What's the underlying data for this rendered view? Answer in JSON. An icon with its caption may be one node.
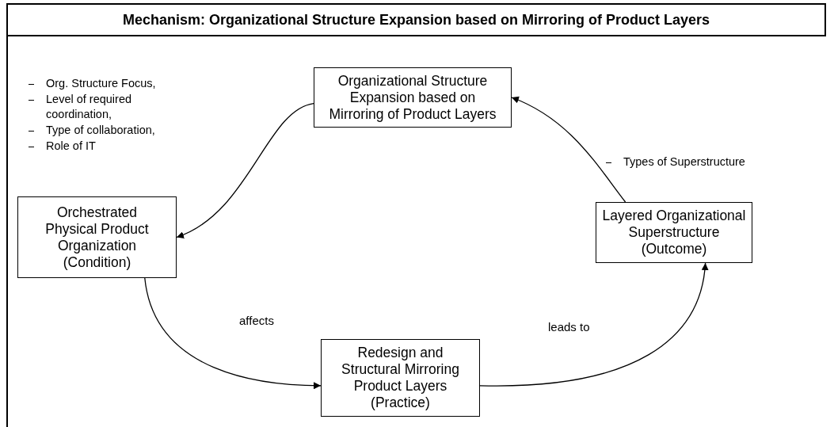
{
  "diagram": {
    "title": "Mechanism: Organizational Structure Expansion based on Mirroring of Product Layers",
    "nodes": [
      {
        "text": [
          "Organizational Structure Expansion based on Mirroring of Product Layers"
        ]
      },
      {
        "text": [
          "Orchestrated Physical Product Organization (Condition)"
        ]
      },
      {
        "text": [
          "Redesign and Structural Mirroring Product Layers (Practice)"
        ]
      },
      {
        "text": [
          "Layered Organizational Superstructure (Outcome)"
        ]
      }
    ],
    "edges": [
      {
        "from": 0,
        "to": 1,
        "arrow": "to"
      },
      {
        "from": 1,
        "to": 2,
        "arrow": "to",
        "label": "affects"
      },
      {
        "from": 2,
        "to": 3,
        "arrow": "to",
        "label": "leads to"
      },
      {
        "from": 3,
        "to": 0,
        "arrow": "to"
      }
    ],
    "labels": [
      "Org. Structure Focus,",
      "Level of required coordination,",
      "Type of collaboration,",
      "Role of IT",
      "Types of Superstructure"
    ]
  }
}
